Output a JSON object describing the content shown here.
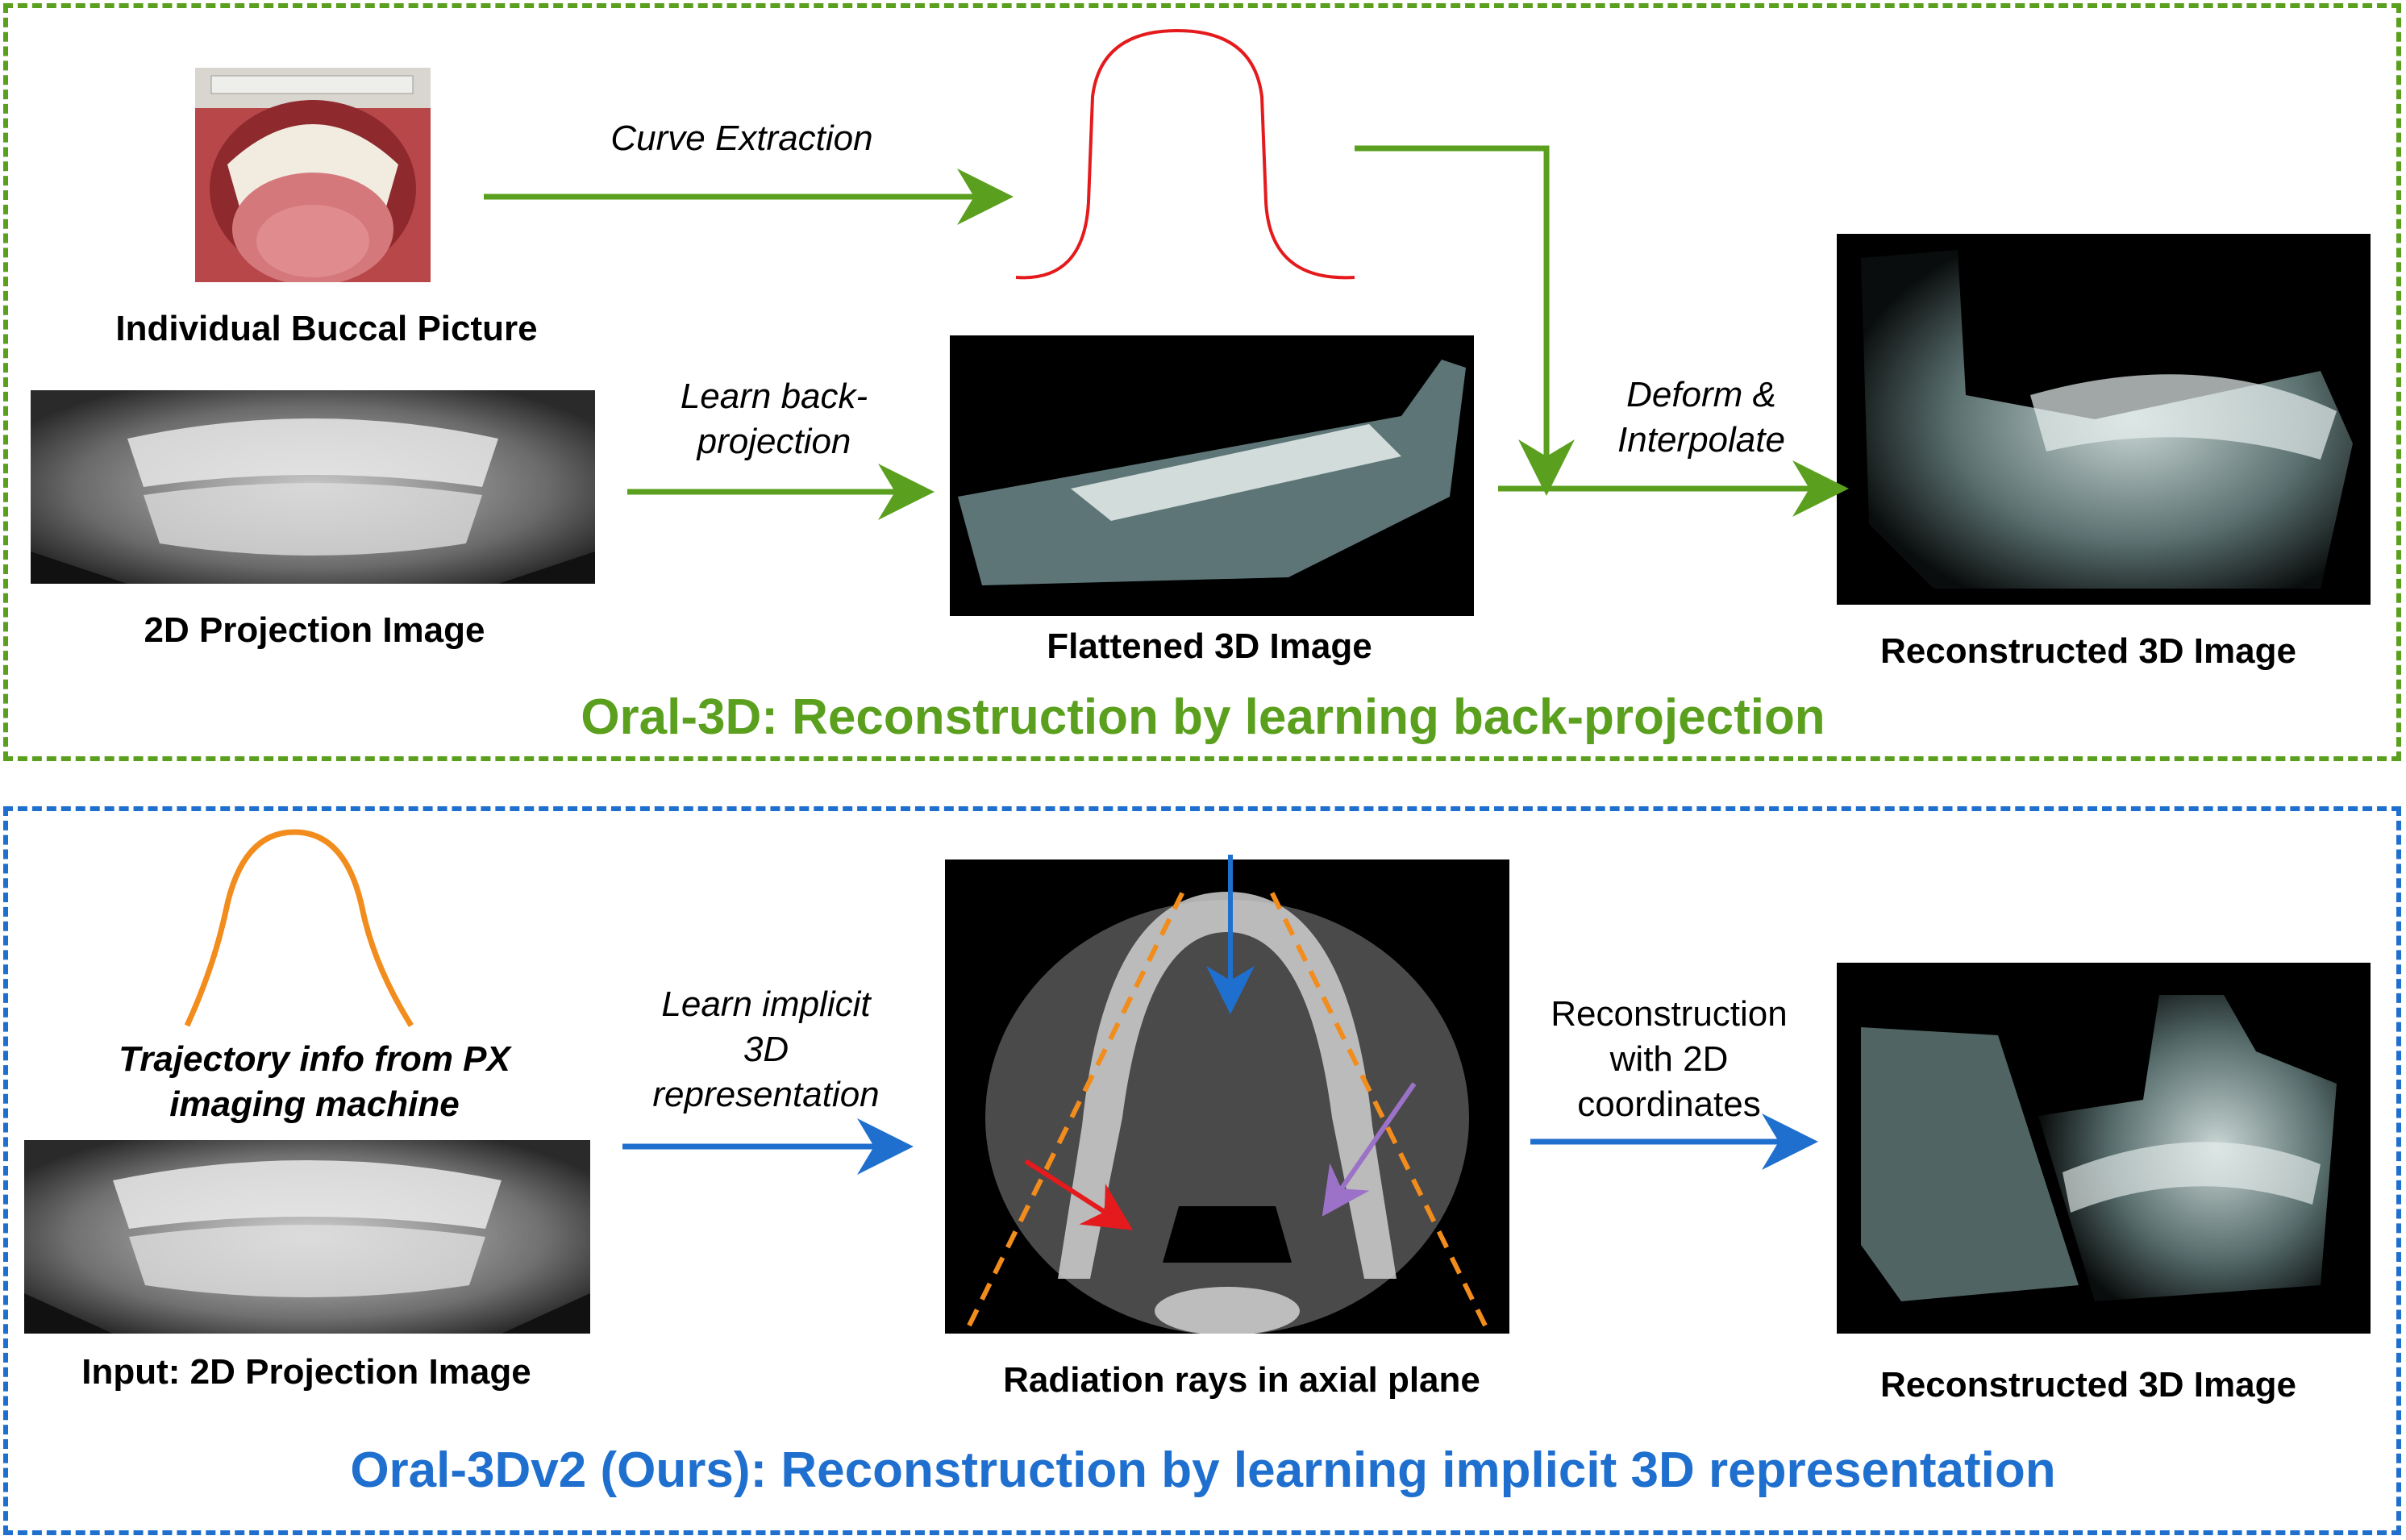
{
  "colors": {
    "green": "#5aa01e",
    "blue": "#1f6fcf",
    "red": "#e41a1c",
    "orange": "#f28c1c",
    "purple": "#9b72c8"
  },
  "top": {
    "title": "Oral-3D: Reconstruction by learning back-projection",
    "buccal_caption": "Individual Buccal Picture",
    "projection_caption": "2D Projection Image",
    "flattened_caption": "Flattened 3D Image",
    "reconstructed_caption": "Reconstructed 3D Image",
    "curve_extraction": "Curve Extraction",
    "learn_back_line1": "Learn back-",
    "learn_back_line2": "projection",
    "deform_line1": "Deform &",
    "deform_line2": "Interpolate"
  },
  "bottom": {
    "title": "Oral-3Dv2 (Ours): Reconstruction by learning implicit 3D representation",
    "trajectory_line1": "Trajectory info from PX",
    "trajectory_line2": "imaging machine",
    "input_caption": "Input: 2D Projection Image",
    "learn_implicit_line1": "Learn implicit",
    "learn_implicit_line2": "3D",
    "learn_implicit_line3": "representation",
    "rays_caption": "Radiation rays in axial plane",
    "recon_2d_line1": "Reconstruction",
    "recon_2d_line2": "with 2D",
    "recon_2d_line3": "coordinates",
    "reconstructed_caption": "Reconstructed 3D Image"
  }
}
